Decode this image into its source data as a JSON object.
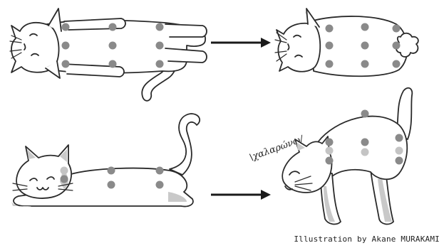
{
  "credit": "Illustration by Akane MURAKAMI",
  "annotation": "\\χαλαρώνω/",
  "colors": {
    "dot_dark": "#8a8a8a",
    "dot_light": "#c4c4c4",
    "outline": "#2a2a2a"
  },
  "panels": [
    {
      "id": "top-left",
      "cat": "cat lying on back"
    },
    {
      "id": "top-right",
      "cat": "cat lying on back curled"
    },
    {
      "id": "bottom-left",
      "cat": "cat lying flat"
    },
    {
      "id": "bottom-right",
      "cat": "cat arching back"
    }
  ]
}
